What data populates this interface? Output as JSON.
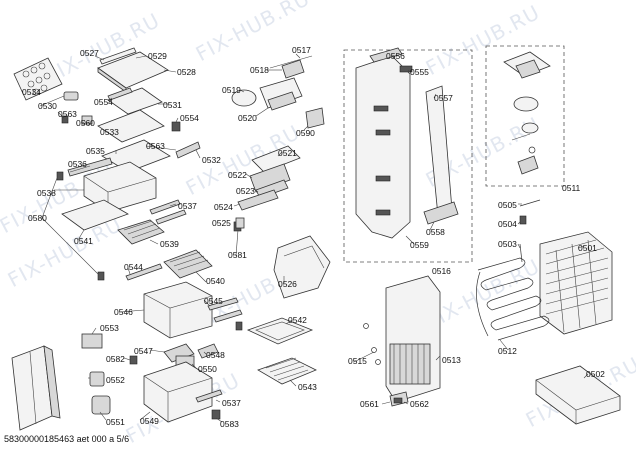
{
  "watermark": "FIX-HUB.RU",
  "footer": "58300000185463 aet 000 a 5/6",
  "labels": {
    "p0527": "0527",
    "p0529": "0529",
    "p0528": "0528",
    "p0534": "0534",
    "p0530": "0530",
    "p0563a": "0563",
    "p0554a": "0554",
    "p0531": "0531",
    "p0560": "0560",
    "p0554b": "0554",
    "p0533": "0533",
    "p0563b": "0563",
    "p0535": "0535",
    "p0532": "0532",
    "p0536": "0536",
    "p0538": "0538",
    "p0537a": "0537",
    "p0580": "0580",
    "p0541": "0541",
    "p0539": "0539",
    "p0581": "0581",
    "p0544": "0544",
    "p0540": "0540",
    "p0545": "0545",
    "p0546": "0546",
    "p0553": "0553",
    "p0547": "0547",
    "p0548": "0548",
    "p0582": "0582",
    "p0550": "0550",
    "p0552": "0552",
    "p0537b": "0537",
    "p0551": "0551",
    "p0549": "0549",
    "p0583": "0583",
    "p0517": "0517",
    "p0518": "0518",
    "p0519": "0519",
    "p0520": "0520",
    "p0590": "0590",
    "p0521": "0521",
    "p0522": "0522",
    "p0523": "0523",
    "p0524": "0524",
    "p0525": "0525",
    "p0526": "0526",
    "p0542": "0542",
    "p0543": "0543",
    "p0556": "0556",
    "p0555": "0555",
    "p0557": "0557",
    "p0558": "0558",
    "p0559": "0559",
    "p0516": "0516",
    "p0515": "0515",
    "p0513": "0513",
    "p0561": "0561",
    "p0562": "0562",
    "p0511": "0511",
    "p0505": "0505",
    "p0504": "0504",
    "p0503": "0503",
    "p0501": "0501",
    "p0512": "0512",
    "p0502": "0502"
  }
}
